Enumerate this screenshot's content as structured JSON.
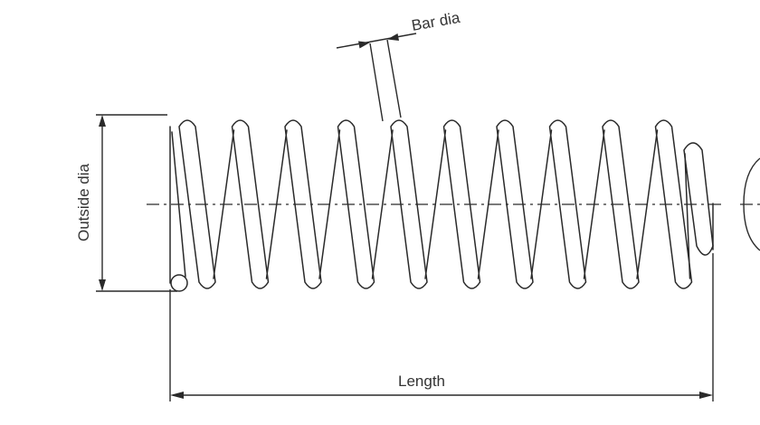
{
  "labels": {
    "bar_dia": "Bar dia",
    "outside_dia": "Outside dia",
    "length": "Length"
  },
  "spring": {
    "active_coils": 10
  },
  "colors": {
    "line": "#2a2a2a",
    "text": "#333333",
    "background": "#ffffff"
  }
}
